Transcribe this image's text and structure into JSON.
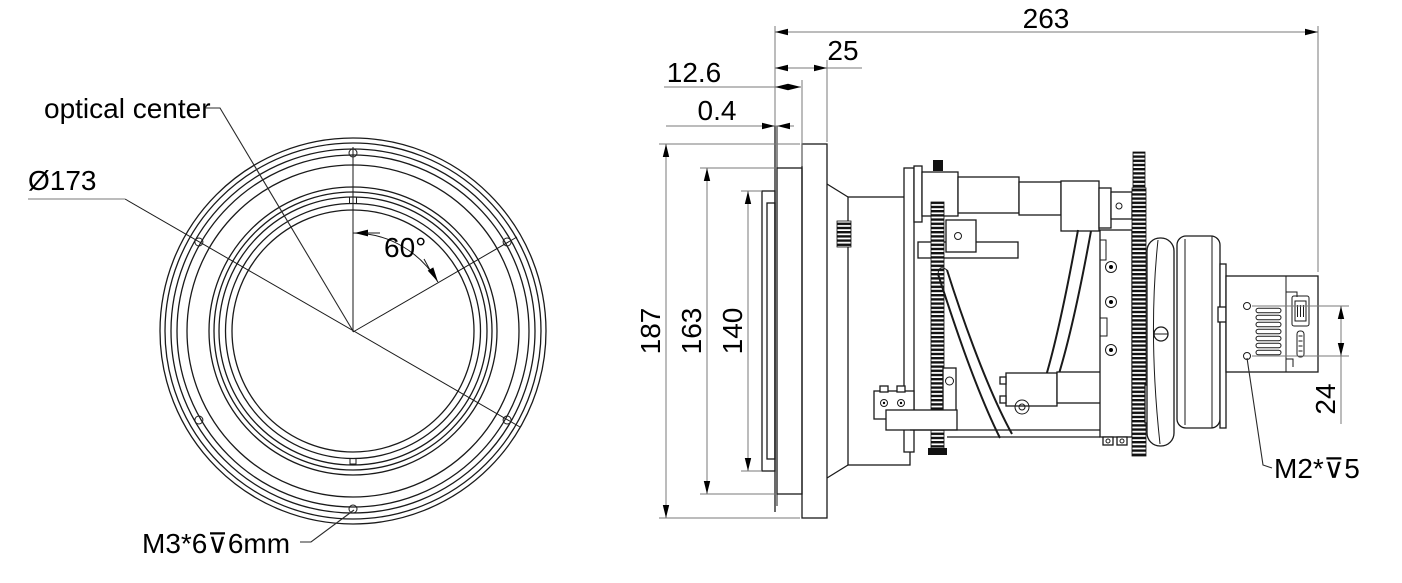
{
  "drawing": {
    "background": "#ffffff",
    "colors": {
      "object_line": "#1a1a1a",
      "dimension_line": "#7a7a7a",
      "text": "#000000"
    },
    "front_view": {
      "labels": {
        "optical_center": "optical center",
        "diameter": "Ø173",
        "bolt_angle": "60°",
        "mount_screw": "M3*6⊽6mm"
      },
      "mount_hole_count": "6"
    },
    "side_view": {
      "dimensions": {
        "overall_length": "263",
        "front_to_flange": "25",
        "front_step": "12.6",
        "bezel_step": "0.4",
        "flange_height": "187",
        "front_cell_height": "163",
        "window_height": "140",
        "rear_hole_spacing": "24"
      },
      "labels": {
        "rear_screw": "M2*⊽5"
      }
    }
  }
}
